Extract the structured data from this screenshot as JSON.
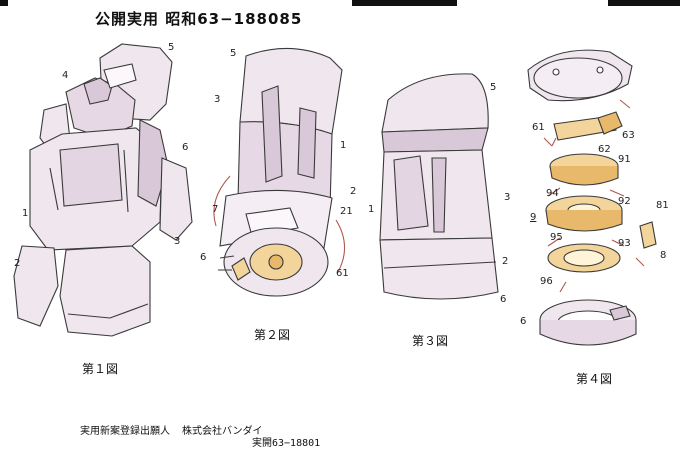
{
  "header": {
    "title": "公開実用 昭和63−188085"
  },
  "figures": {
    "fig1": {
      "caption": "第１図",
      "labels": [
        "5",
        "4",
        "6",
        "1",
        "3",
        "2"
      ]
    },
    "fig2": {
      "caption": "第２図",
      "labels": [
        "5",
        "3",
        "1",
        "7",
        "2",
        "21",
        "6",
        "61"
      ]
    },
    "fig3": {
      "caption": "第３図",
      "labels": [
        "5",
        "3",
        "1",
        "2",
        "6"
      ]
    },
    "fig4": {
      "caption": "第４図",
      "labels": [
        "61",
        "63",
        "62",
        "91",
        "94",
        "92",
        "9",
        "95",
        "93",
        "96",
        "81",
        "8",
        "6"
      ]
    }
  },
  "footer": {
    "applicant_label": "実用新案登録出願人",
    "applicant_name": "株式会社バンダイ",
    "publication_number": "実開63−18801"
  },
  "colors": {
    "line": "#3a3a3a",
    "body_fill": "#efe6ee",
    "shade_fill": "#d9c9d8",
    "part_fill": "#f3d49a",
    "arrow": "#b0574e"
  }
}
